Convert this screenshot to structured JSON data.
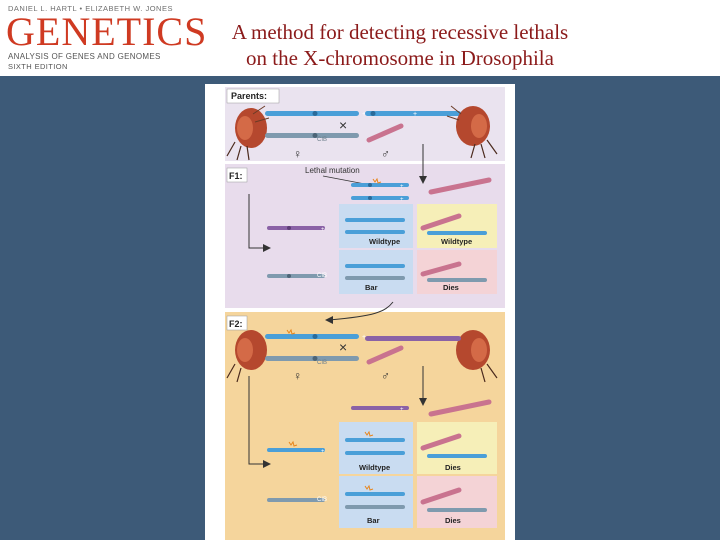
{
  "header": {
    "authors": "DANIEL L. HARTL • ELIZABETH W. JONES",
    "brand": "GENETICS",
    "subtitle": "ANALYSIS OF GENES AND GENOMES",
    "edition": "SIXTH EDITION"
  },
  "slide": {
    "title_line1": "A method for detecting recessive lethals",
    "title_line2": "on the X-chromosome in Drosophila"
  },
  "figure": {
    "parents_label": "Parents:",
    "f1_label": "F1:",
    "f2_label": "F2:",
    "lethal_label": "Lethal mutation",
    "cross_symbol": "×",
    "female_symbol": "♀",
    "male_symbol": "♂",
    "plus": "+",
    "cib": "CIB",
    "wildtype": "Wildtype",
    "bar": "Bar",
    "dies": "Dies",
    "colors": {
      "blue_chrom": "#4a9fd8",
      "gray_chrom": "#7f9aae",
      "purple_chrom": "#8a62a6",
      "pink_chrom": "#c9738f",
      "f1_bg": "#e8dcec",
      "f2_bg": "#f5d59c",
      "box_blue": "#c9dcf1",
      "box_yellow": "#f6efb8",
      "box_pink": "#f4d3d6",
      "lethal": "#e8861c"
    }
  }
}
